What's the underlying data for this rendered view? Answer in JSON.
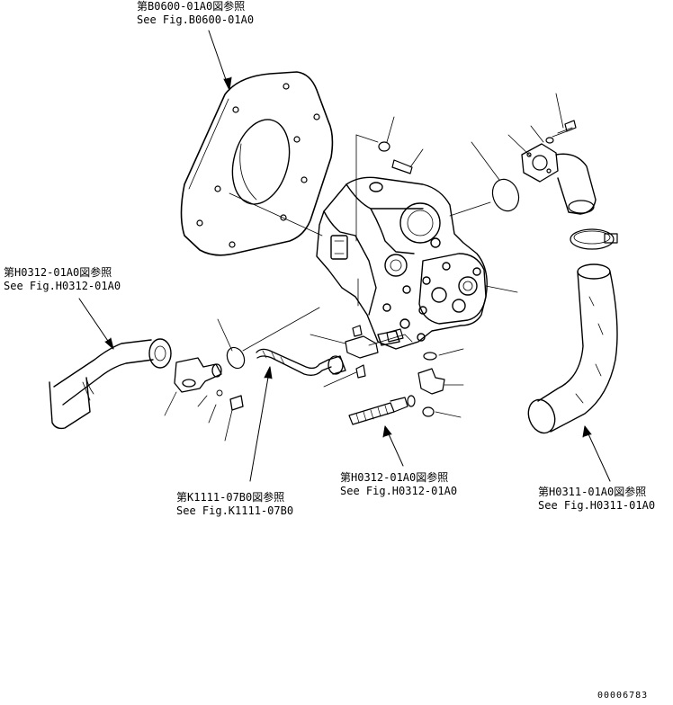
{
  "references": {
    "flywheel_housing": {
      "jp": "第B0600-01A0図参照",
      "en": "See Fig.B0600-01A0"
    },
    "left_hose": {
      "jp": "第H0312-01A0図参照",
      "en": "See Fig.H0312-01A0"
    },
    "drain_tube": {
      "jp": "第K1111-07B0図参照",
      "en": "See Fig.K1111-07B0"
    },
    "center_hose": {
      "jp": "第H0312-01A0図参照",
      "en": "See Fig.H0312-01A0"
    },
    "suction_hose": {
      "jp": "第H0311-01A0図参照",
      "en": "See Fig.H0311-01A0"
    }
  },
  "document_number": "00006783",
  "colors": {
    "line": "#000000",
    "background": "#ffffff"
  }
}
